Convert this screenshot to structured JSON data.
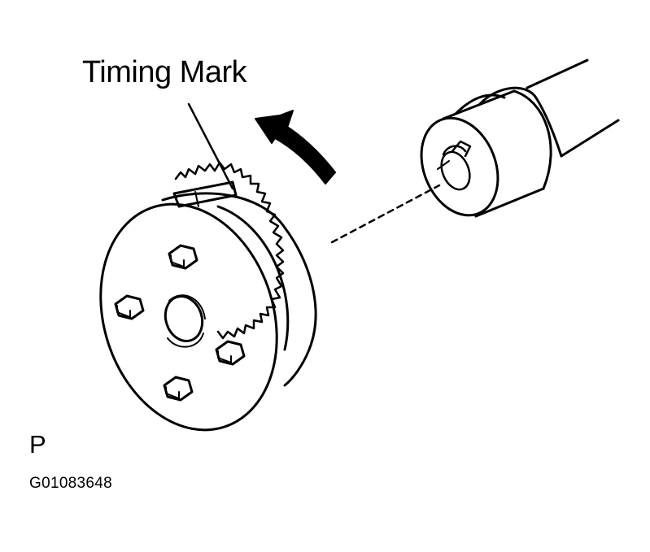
{
  "diagram": {
    "callout_label": "Timing Mark",
    "view_letter": "P",
    "figure_code": "G01083648"
  },
  "colors": {
    "ink": "#000000",
    "paper": "#ffffff"
  },
  "icons": {
    "rotation_arrow": "curved-arrow-icon",
    "bolt": "hex-bolt-icon"
  }
}
